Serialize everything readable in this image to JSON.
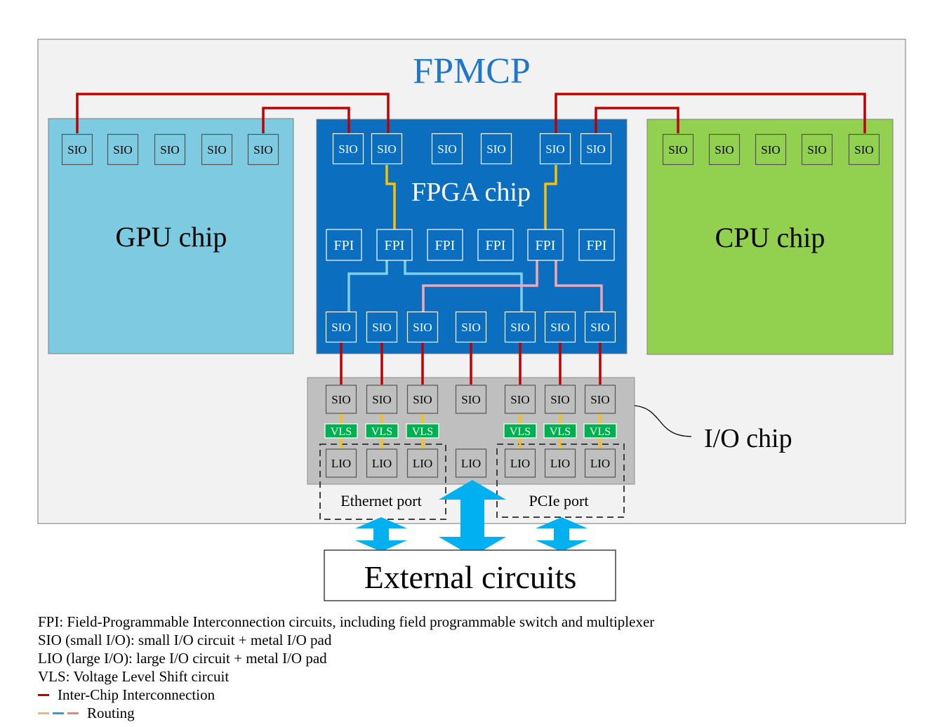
{
  "title": "FPMCP",
  "chips": {
    "gpu": "GPU chip",
    "fpga": "FPGA chip",
    "cpu": "CPU chip",
    "io": "I/O chip"
  },
  "labels": {
    "sio": "SIO",
    "fpi": "FPI",
    "vls": "VLS",
    "lio": "LIO"
  },
  "ports": {
    "ethernet": "Ethernet port",
    "pcie": "PCIe port"
  },
  "external": "External circuits",
  "legend": [
    "FPI: Field-Programmable Interconnection circuits, including field programmable switch and multiplexer",
    "SIO (small I/O): small I/O circuit + metal I/O pad",
    "LIO (large I/O): large I/O circuit + metal I/O pad",
    "VLS: Voltage Level Shift circuit",
    "Inter-Chip Interconnection",
    "Routing"
  ],
  "colors": {
    "inter_chip": "#c00000",
    "routing_orange": "#ffc000",
    "routing_blue": "#7fcfe8",
    "routing_pink": "#f4a6b4",
    "gpu_fill": "#7dcbe0",
    "fpga_fill": "#0b6ebf",
    "cpu_fill": "#92d050",
    "io_fill": "#bfbfbf",
    "vls_fill": "#00b050",
    "arrow": "#00b0f0",
    "title": "#1f77c8"
  }
}
